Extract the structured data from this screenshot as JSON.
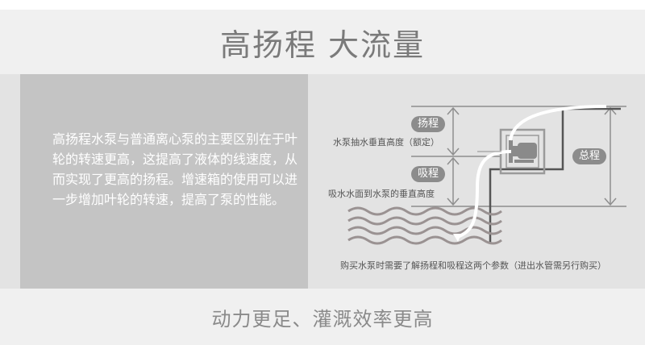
{
  "header": {
    "title": "高扬程 大流量"
  },
  "left_panel": {
    "description": "高扬程水泵与普通离心泵的主要区别在于叶轮的转速更高，这提高了液体的线速度，从而实现了更高的扬程。增速箱的使用可以进一步增加叶轮的转速，提高了泵的性能。"
  },
  "diagram": {
    "head_badge": "扬程",
    "head_desc": "水泵抽水垂直高度（额定）",
    "suction_badge": "吸程",
    "suction_desc": "吸水水面到水泵的垂直高度",
    "total_badge": "总程",
    "note": "购买水泵时需要了解扬程和吸程这两个参数（进出水管需另行购买）",
    "colors": {
      "line": "#8e8e8e",
      "wall": "#555555",
      "pipe": "#ffffff",
      "badge": "#8c8c8c"
    }
  },
  "footer": {
    "tagline": "动力更足、灌溉效率更高"
  }
}
